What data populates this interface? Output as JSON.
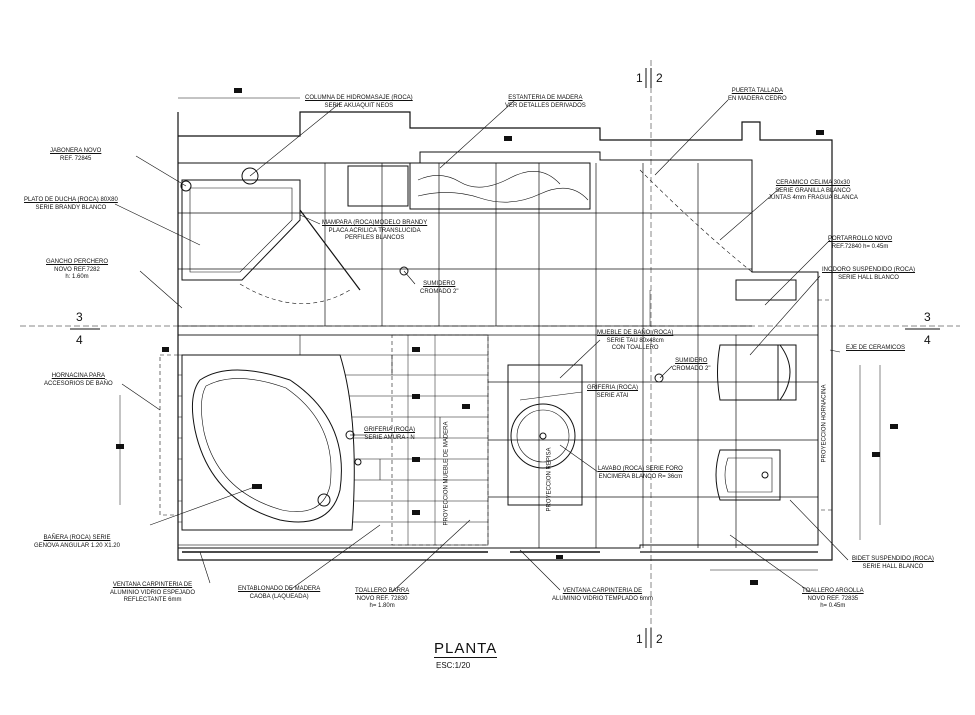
{
  "title": "PLANTA",
  "scale": "ESC:1/20",
  "section_marks": {
    "top": [
      "1",
      "2"
    ],
    "bottom": [
      "1",
      "2"
    ],
    "left": [
      "3",
      "4"
    ],
    "right": [
      "3",
      "4"
    ]
  },
  "labels": {
    "columna": [
      "COLUMNA DE HIDROMASAJE (ROCA)",
      "SERIE AKUAQUIT NEOS"
    ],
    "estanteria": [
      "ESTANTERIA DE MADERA",
      "VER DETALLES DERIVADOS"
    ],
    "puerta": [
      "PUERTA TALLADA",
      "EN MADERA CEDRO"
    ],
    "jabonera": [
      "JABONERA NOVO",
      "REF. 72845"
    ],
    "plato": [
      "PLATO DE DUCHA (ROCA) 80X80",
      "SERIE BRANDY BLANCO"
    ],
    "ceramico": [
      "CERAMICO CELIMA 30x30",
      "SERIE GRANILLA BLANCO",
      "JUNTAS 4mm FRAGUA BLANCA"
    ],
    "mampara": [
      "MAMPARA (ROCA)MODELO BRANDY",
      "PLACA ACRILICA TRANSLUCIDA",
      "PERFILES BLANCOS"
    ],
    "portarrollo": [
      "PORTARROLLO NOVO",
      "REF.72840     h= 0.45m"
    ],
    "gancho": [
      "GANCHO PERCHERO",
      "NOVO REF.7282",
      "h: 1.60m"
    ],
    "sumidero1": [
      "SUMIDERO",
      "CROMADO 2\""
    ],
    "inodoro": [
      "INODORO SUSPENDIDO (ROCA)",
      "SERIE HALL BLANCO"
    ],
    "eje": [
      "EJE DE CERAMICOS"
    ],
    "mueble": [
      "MUEBLE DE BAÑO (ROCA)",
      "SERIE TAU 80x48cm",
      "CON TOALLERO"
    ],
    "sumidero2": [
      "SUMIDERO",
      "CROMADO 2\""
    ],
    "hornacina": [
      "HORNACINA PARA",
      "ACCESORIOS DE BAÑO"
    ],
    "griferia1": [
      "GRIFERIA (ROCA)",
      "SERIE ATAI"
    ],
    "griferia2": [
      "GRIFERIA (ROCA)",
      "SERIE AMURA - N"
    ],
    "lavabo": [
      "LAVABO (ROCA) SERIE FORO",
      "ENCIMERA BLANCO R= 36cm"
    ],
    "banera": [
      "BAÑERA (ROCA) SERIE",
      "GENOVA ANGULAR 1.20 X1.20"
    ],
    "bidet": [
      "BIDET SUSPENDIDO (ROCA)",
      "SERIE HALL BLANCO"
    ],
    "ventana1": [
      "VENTANA CARPINTERIA DE",
      "ALUMINIO VIDRIO ESPEJADO",
      "REFLECTANTE 6mm"
    ],
    "entablonado": [
      "ENTABLONADO DE MADERA",
      "CAOBA (LAQUEADA)"
    ],
    "toallero_barra": [
      "TOALLERO BARRA",
      "NOVO REF. 72830",
      "h= 1.80m"
    ],
    "ventana2": [
      "VENTANA CARPINTERIA DE",
      "ALUMINIO VIDRIO TEMPLADO 6mm"
    ],
    "toallero_argolla": [
      "TOALLERO ARGOLLA",
      "NOVO REF. 72835",
      "h= 0.45m"
    ]
  },
  "vertical_labels": {
    "proy_mueble": "PROYECCION MUEBLE DE MADERA",
    "proy_repisa": "PROYECCION REPISA",
    "proy_hornacina": "PROYECCION HORNACINA"
  }
}
